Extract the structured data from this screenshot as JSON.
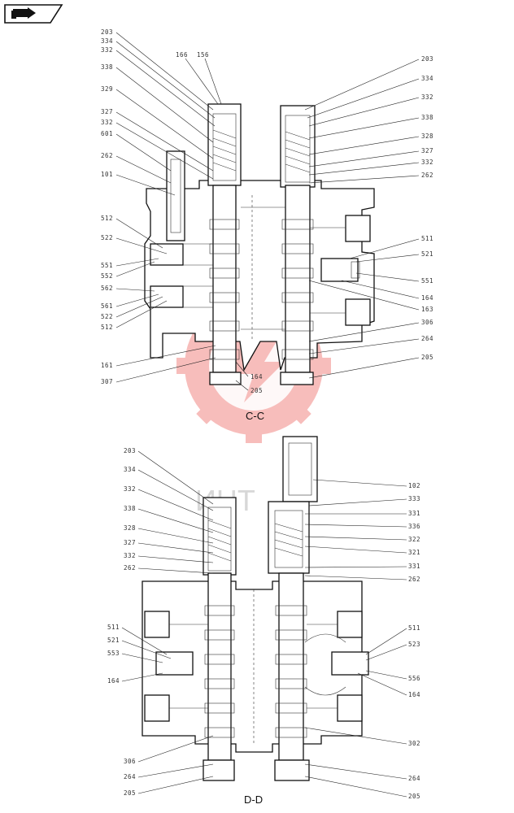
{
  "watermark": {
    "text": "ИНТ",
    "color": "#e7352f"
  },
  "sections": [
    {
      "id": "c-c",
      "title": "C-C",
      "left_labels": [
        "203",
        "334",
        "332",
        "338",
        "329",
        "327",
        "332",
        "601",
        "262",
        "101",
        "512",
        "522",
        "551",
        "552",
        "562",
        "561",
        "522",
        "512",
        "161",
        "307"
      ],
      "top_labels": [
        "166",
        "156"
      ],
      "right_labels": [
        "203",
        "334",
        "332",
        "338",
        "328",
        "327",
        "332",
        "262",
        "511",
        "521",
        "551",
        "164",
        "163",
        "306",
        "264",
        "205"
      ],
      "bottom_labels": [
        "164",
        "205"
      ]
    },
    {
      "id": "d-d",
      "title": "D-D",
      "left_labels": [
        "203",
        "334",
        "332",
        "338",
        "328",
        "327",
        "332",
        "262",
        "511",
        "521",
        "553",
        "164",
        "306",
        "264",
        "205"
      ],
      "right_labels": [
        "102",
        "333",
        "331",
        "336",
        "322",
        "321",
        "331",
        "262",
        "511",
        "523",
        "556",
        "164",
        "302",
        "264",
        "205"
      ]
    }
  ]
}
